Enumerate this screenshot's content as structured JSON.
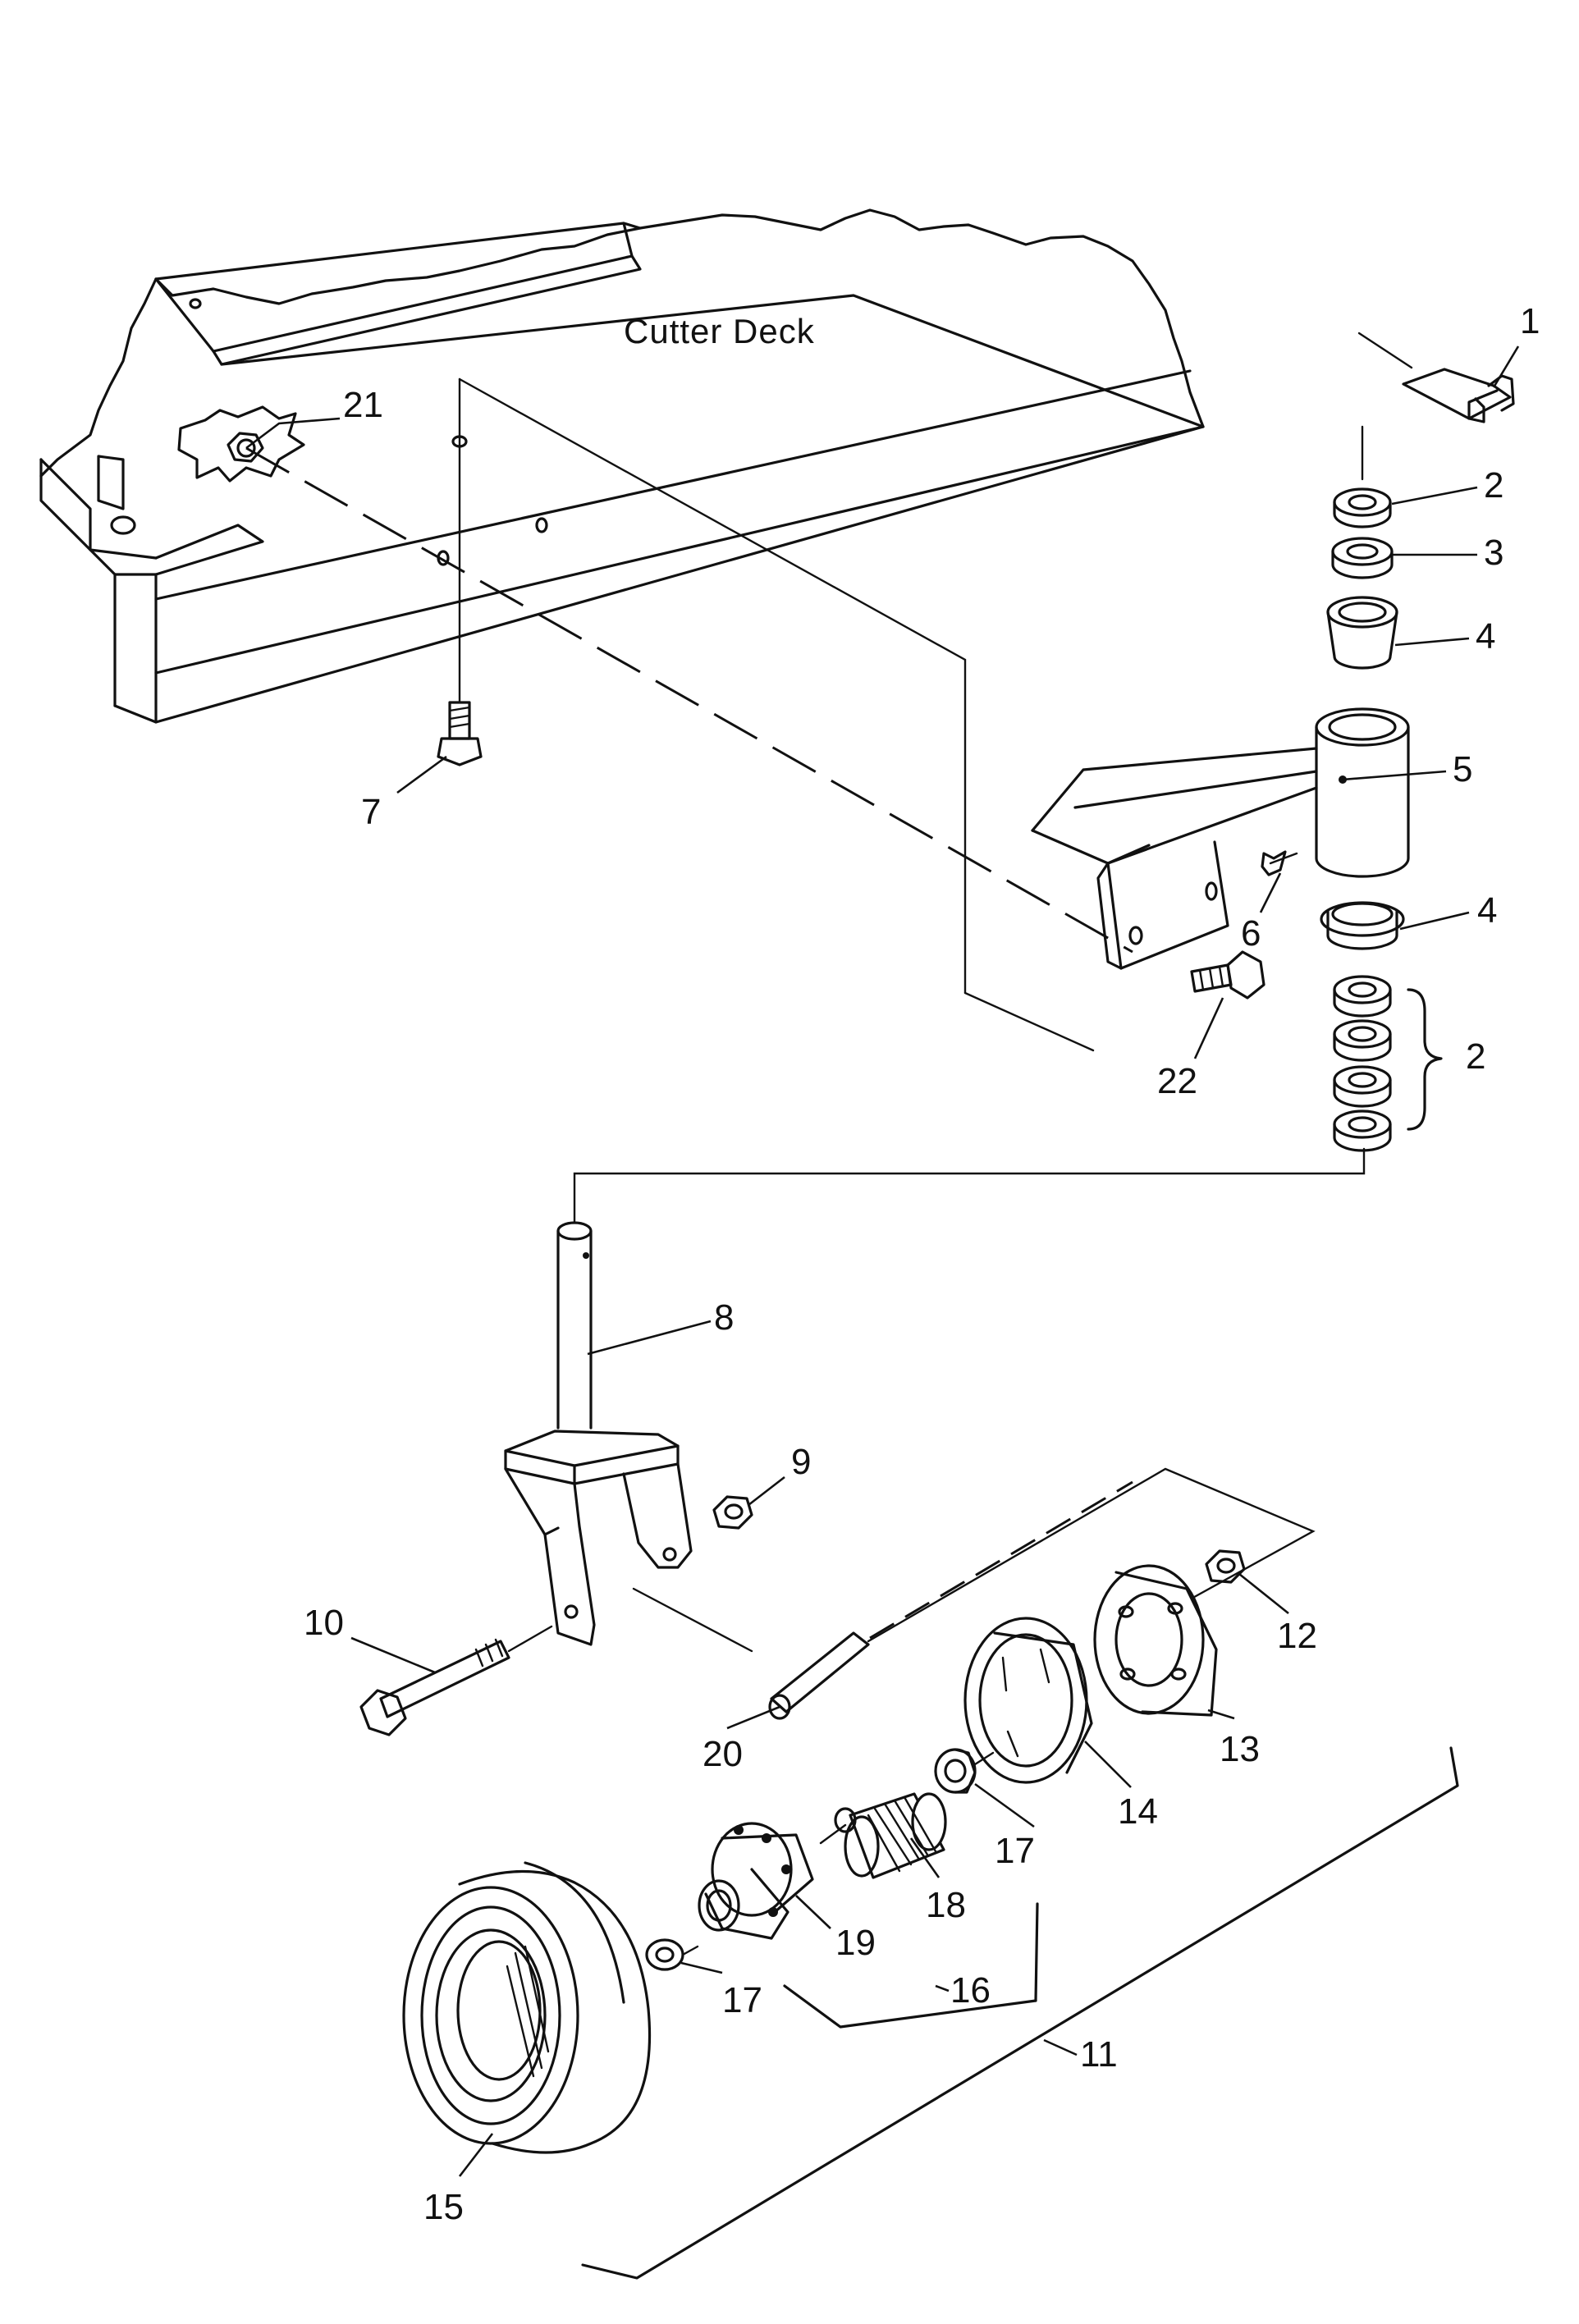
{
  "deck_label": "Cutter Deck",
  "callouts": [
    {
      "id": "c1",
      "text": "1"
    },
    {
      "id": "c2a",
      "text": "2"
    },
    {
      "id": "c3",
      "text": "3"
    },
    {
      "id": "c4a",
      "text": "4"
    },
    {
      "id": "c5",
      "text": "5"
    },
    {
      "id": "c4b",
      "text": "4"
    },
    {
      "id": "c6",
      "text": "6"
    },
    {
      "id": "c2b",
      "text": "2"
    },
    {
      "id": "c21",
      "text": "21"
    },
    {
      "id": "c7",
      "text": "7"
    },
    {
      "id": "c22",
      "text": "22"
    },
    {
      "id": "c8",
      "text": "8"
    },
    {
      "id": "c9",
      "text": "9"
    },
    {
      "id": "c10",
      "text": "10"
    },
    {
      "id": "c12",
      "text": "12"
    },
    {
      "id": "c13",
      "text": "13"
    },
    {
      "id": "c14",
      "text": "14"
    },
    {
      "id": "c20",
      "text": "20"
    },
    {
      "id": "c17a",
      "text": "17"
    },
    {
      "id": "c18",
      "text": "18"
    },
    {
      "id": "c19",
      "text": "19"
    },
    {
      "id": "c17b",
      "text": "17"
    },
    {
      "id": "c16",
      "text": "16"
    },
    {
      "id": "c11",
      "text": "11"
    },
    {
      "id": "c15",
      "text": "15"
    }
  ]
}
